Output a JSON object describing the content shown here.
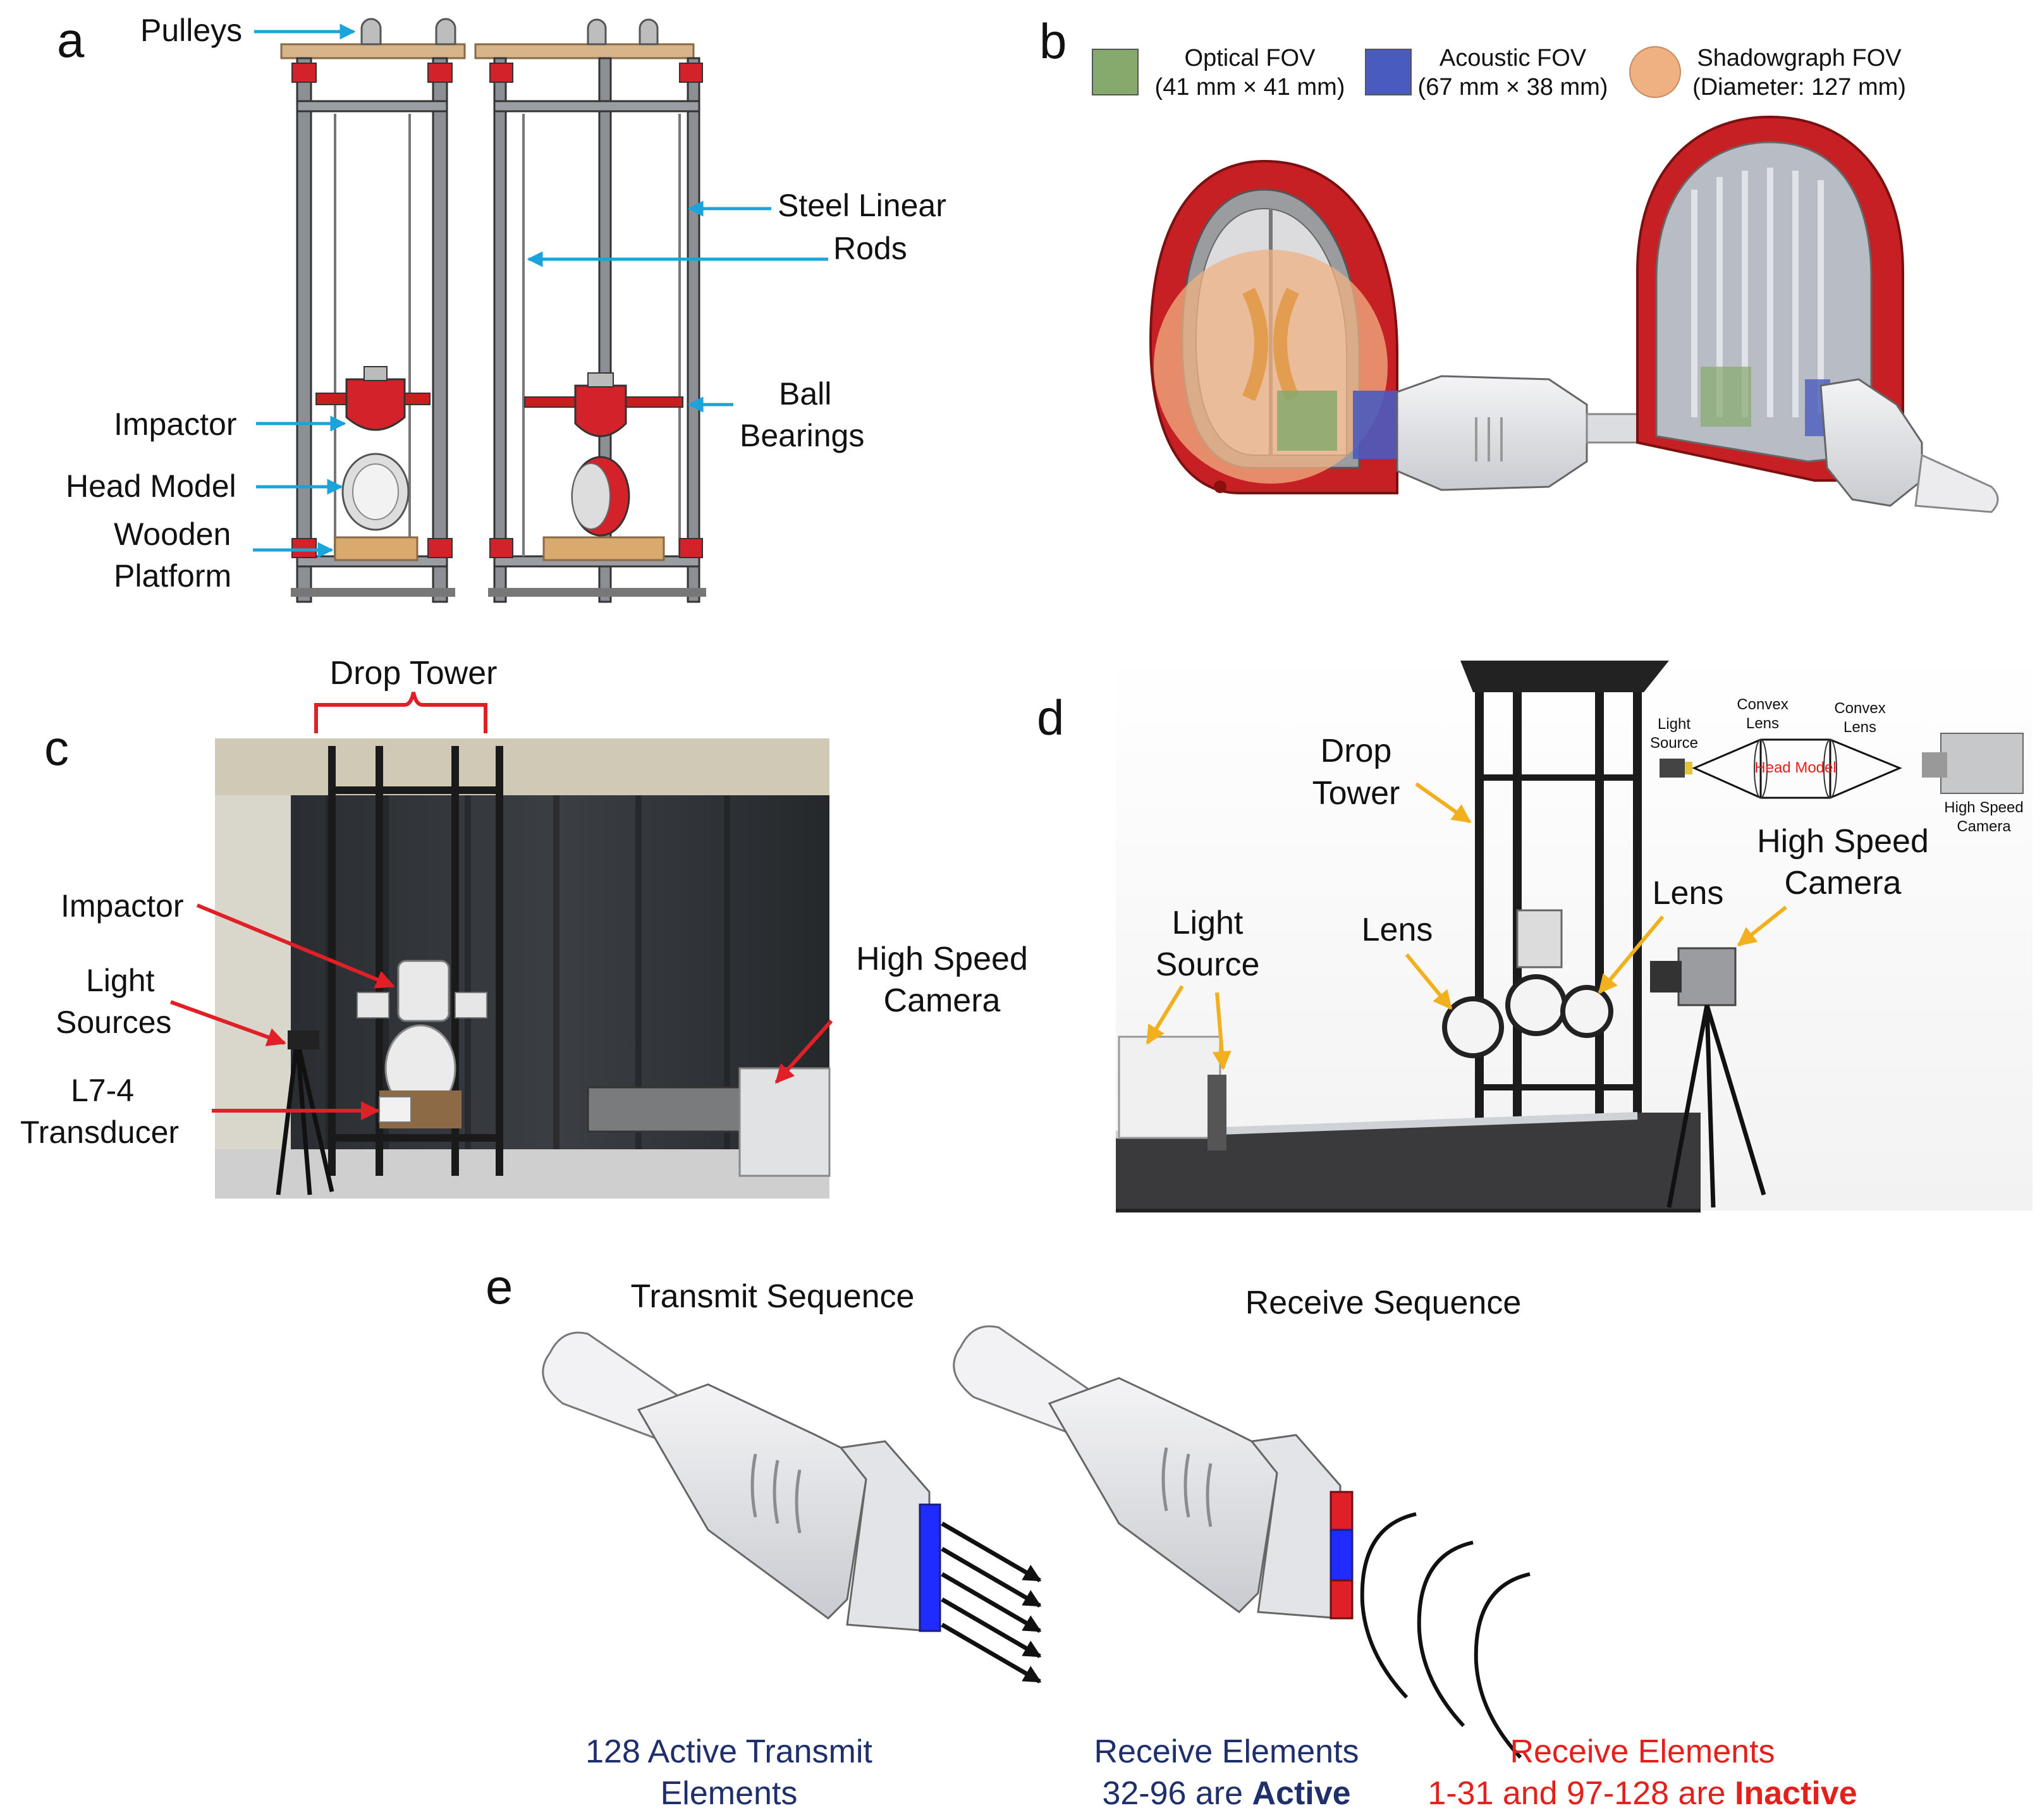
{
  "panels": {
    "a": {
      "letter": "a",
      "labels": {
        "pulleys": "Pulleys",
        "steel_rods_1": "Steel Linear",
        "steel_rods_2": "Rods",
        "impactor": "Impactor",
        "ball_bearings_1": "Ball",
        "ball_bearings_2": "Bearings",
        "head_model": "Head Model",
        "wooden_platform_1": "Wooden",
        "wooden_platform_2": "Platform"
      }
    },
    "b": {
      "letter": "b",
      "legend": [
        {
          "title": "Optical FOV",
          "detail": "(41 mm × 41 mm)",
          "color": "#86a96e"
        },
        {
          "title": "Acoustic FOV",
          "detail": "(67 mm × 38 mm)",
          "color": "#4a5bbf"
        },
        {
          "title": "Shadowgraph FOV",
          "detail": "(Diameter: 127 mm)",
          "color": "#f0b182"
        }
      ]
    },
    "c": {
      "letter": "c",
      "labels": {
        "drop_tower": "Drop Tower",
        "impactor": "Impactor",
        "light_sources_1": "Light",
        "light_sources_2": "Sources",
        "transducer_1": "L7-4",
        "transducer_2": "Transducer",
        "camera_1": "High Speed",
        "camera_2": "Camera"
      }
    },
    "d": {
      "letter": "d",
      "labels": {
        "drop_tower_1": "Drop",
        "drop_tower_2": "Tower",
        "light_source_1": "Light",
        "light_source_2": "Source",
        "lens_left": "Lens",
        "lens_right": "Lens",
        "camera_1": "High Speed",
        "camera_2": "Camera"
      },
      "schematic": {
        "light_source_1": "Light",
        "light_source_2": "Source",
        "convex_lens_1a": "Convex",
        "convex_lens_1b": "Lens",
        "convex_lens_2a": "Convex",
        "convex_lens_2b": "Lens",
        "head_model": "Head Model",
        "camera_1": "High Speed",
        "camera_2": "Camera"
      }
    },
    "e": {
      "letter": "e",
      "transmit_title": "Transmit Sequence",
      "receive_title": "Receive Sequence",
      "transmit_caption_1": "128 Active Transmit",
      "transmit_caption_2": "Elements",
      "active_caption_1": "Receive Elements",
      "active_caption_2a": "32-96 are ",
      "active_caption_2b": "Active",
      "inactive_caption_1": "Receive Elements",
      "inactive_caption_2a": "1-31 and 97-128 are ",
      "inactive_caption_2b": "Inactive"
    }
  },
  "colors": {
    "callout_blue": "#1aa3dc",
    "callout_red": "#e01f26",
    "callout_orange": "#f2b01e",
    "frame_red": "#c81e1e",
    "navy_text": "#1f2f6b",
    "red_text": "#e3201b"
  }
}
